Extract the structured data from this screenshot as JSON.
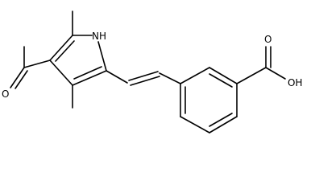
{
  "labels": {
    "acetyl_oxygen": "O",
    "pyrrole_nh": "NH",
    "carboxyl_oxygen": "O",
    "carboxyl_hydroxyl": "OH"
  }
}
